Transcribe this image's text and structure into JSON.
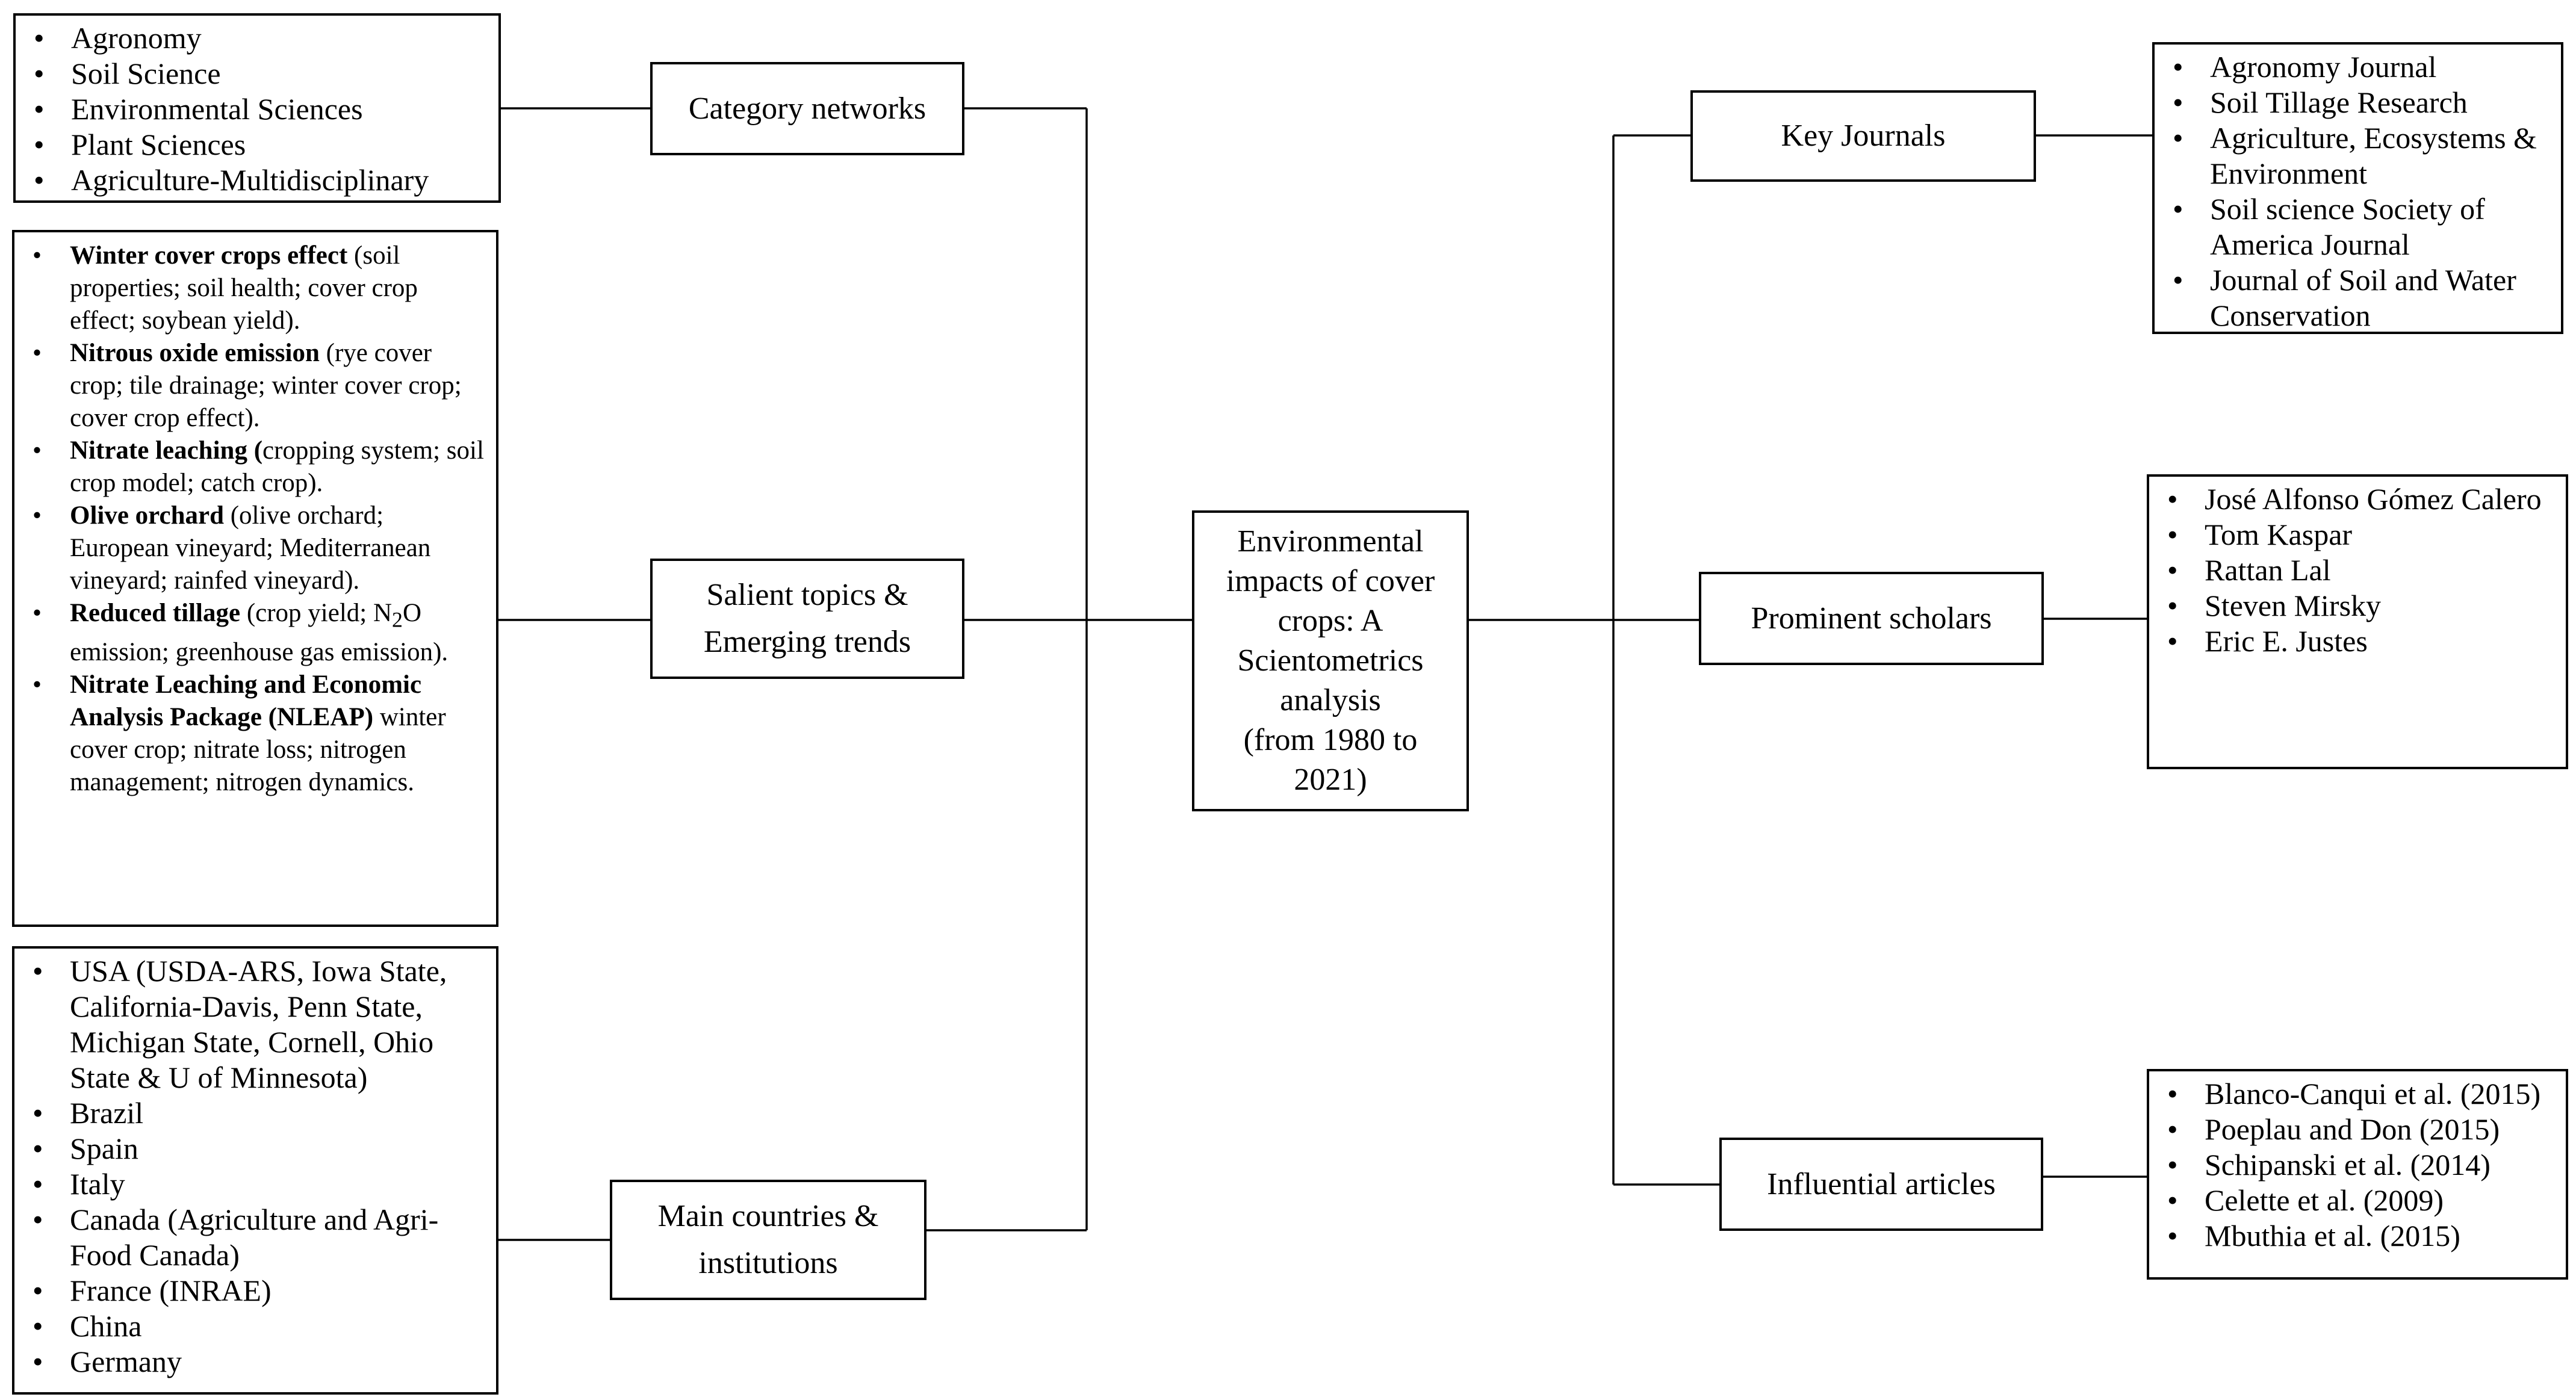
{
  "center": {
    "lines": [
      "Environmental",
      "impacts of cover",
      "crops: A",
      "Scientometrics",
      "analysis",
      "(from 1980 to",
      "2021)"
    ]
  },
  "left": {
    "category_networks": {
      "label": "Category networks",
      "items": [
        "Agronomy",
        "Soil Science",
        "Environmental Sciences",
        "Plant Sciences",
        "Agriculture-Multidisciplinary"
      ]
    },
    "salient_topics": {
      "label_lines": [
        "Salient topics &",
        "Emerging trends"
      ],
      "items": [
        {
          "bold": "Winter cover crops effect",
          "text": " (soil properties; soil health; cover crop effect; soybean yield)."
        },
        {
          "bold": "Nitrous oxide emission",
          "text": " (rye cover crop; tile drainage; winter cover crop; cover crop effect)."
        },
        {
          "bold": "Nitrate leaching (",
          "text": "cropping system; soil crop model; catch crop)."
        },
        {
          "bold": "Olive orchard",
          "text": " (olive orchard; European vineyard; Mediterranean vineyard; rainfed vineyard)."
        },
        {
          "bold": "Reduced tillage",
          "text": " (crop yield; N",
          "sub": "2",
          "text2": "O emission; greenhouse gas emission)."
        },
        {
          "bold": "Nitrate Leaching and Economic Analysis Package (NLEAP)",
          "text": " winter cover crop; nitrate loss; nitrogen management; nitrogen dynamics."
        }
      ]
    },
    "main_countries": {
      "label_lines": [
        "Main countries &",
        "institutions"
      ],
      "items": [
        "USA (USDA-ARS, Iowa State, California-Davis, Penn State, Michigan State, Cornell, Ohio State & U of Minnesota)",
        "Brazil",
        "Spain",
        "Italy",
        "Canada (Agriculture and Agri-Food Canada)",
        "France (INRAE)",
        "China",
        "Germany"
      ]
    }
  },
  "right": {
    "key_journals": {
      "label": "Key Journals",
      "items": [
        "Agronomy Journal",
        "Soil Tillage Research",
        "Agriculture, Ecosystems & Environment",
        "Soil science Society of America Journal",
        "Journal of Soil and Water Conservation"
      ]
    },
    "prominent_scholars": {
      "label": "Prominent scholars",
      "items": [
        "José Alfonso Gómez Calero",
        "Tom Kaspar",
        "Rattan Lal",
        "Steven Mirsky",
        "Eric E. Justes"
      ]
    },
    "influential_articles": {
      "label": "Influential articles",
      "items": [
        "Blanco-Canqui et al. (2015)",
        "Poeplau and Don (2015)",
        "Schipanski et al. (2014)",
        "Celette et al. (2009)",
        "Mbuthia et al. (2015)"
      ]
    }
  }
}
